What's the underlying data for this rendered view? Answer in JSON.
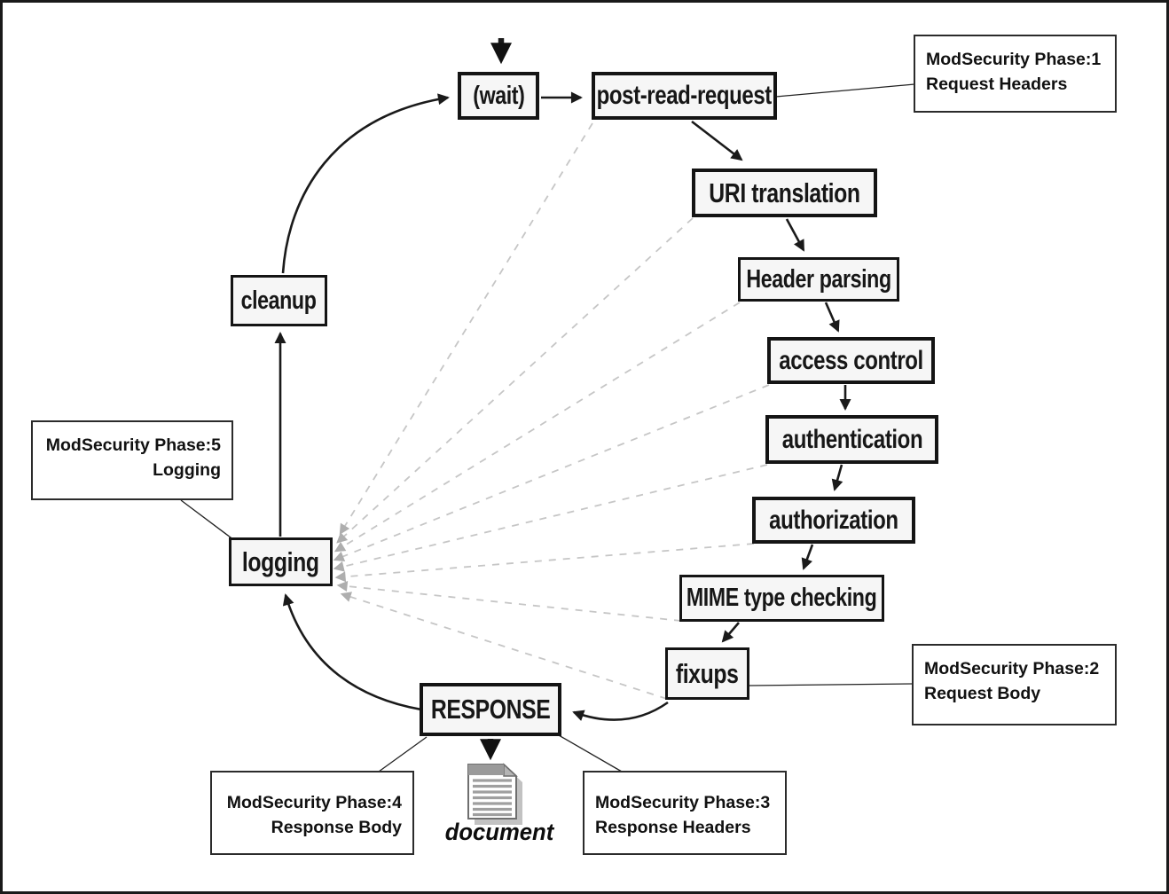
{
  "diagram": {
    "nodes": {
      "wait": "(wait)",
      "post_read_request": "post-read-request",
      "uri_translation": "URI translation",
      "header_parsing": "Header parsing",
      "access_control": "access control",
      "authentication": "authentication",
      "authorization": "authorization",
      "mime_type_checking": "MIME type checking",
      "fixups": "fixups",
      "response": "RESPONSE",
      "logging": "logging",
      "cleanup": "cleanup",
      "document_label": "document"
    },
    "annotations": {
      "phase1": {
        "line1": "ModSecurity Phase:1",
        "line2": "Request Headers"
      },
      "phase2": {
        "line1": "ModSecurity Phase:2",
        "line2": "Request Body"
      },
      "phase3": {
        "line1": "ModSecurity Phase:3",
        "line2": "Response Headers"
      },
      "phase4": {
        "line1": "ModSecurity Phase:4",
        "line2": "Response Body"
      },
      "phase5": {
        "line1": "ModSecurity Phase:5",
        "line2": "Logging"
      }
    },
    "colors": {
      "node_border": "#141414",
      "node_background": "#f6f6f6",
      "solid_arrow": "#1a1a1a",
      "dashed_line": "#c2c2c2",
      "dashed_arrowhead": "#b0b0b0",
      "annotation_border": "#2b2b2b"
    }
  }
}
